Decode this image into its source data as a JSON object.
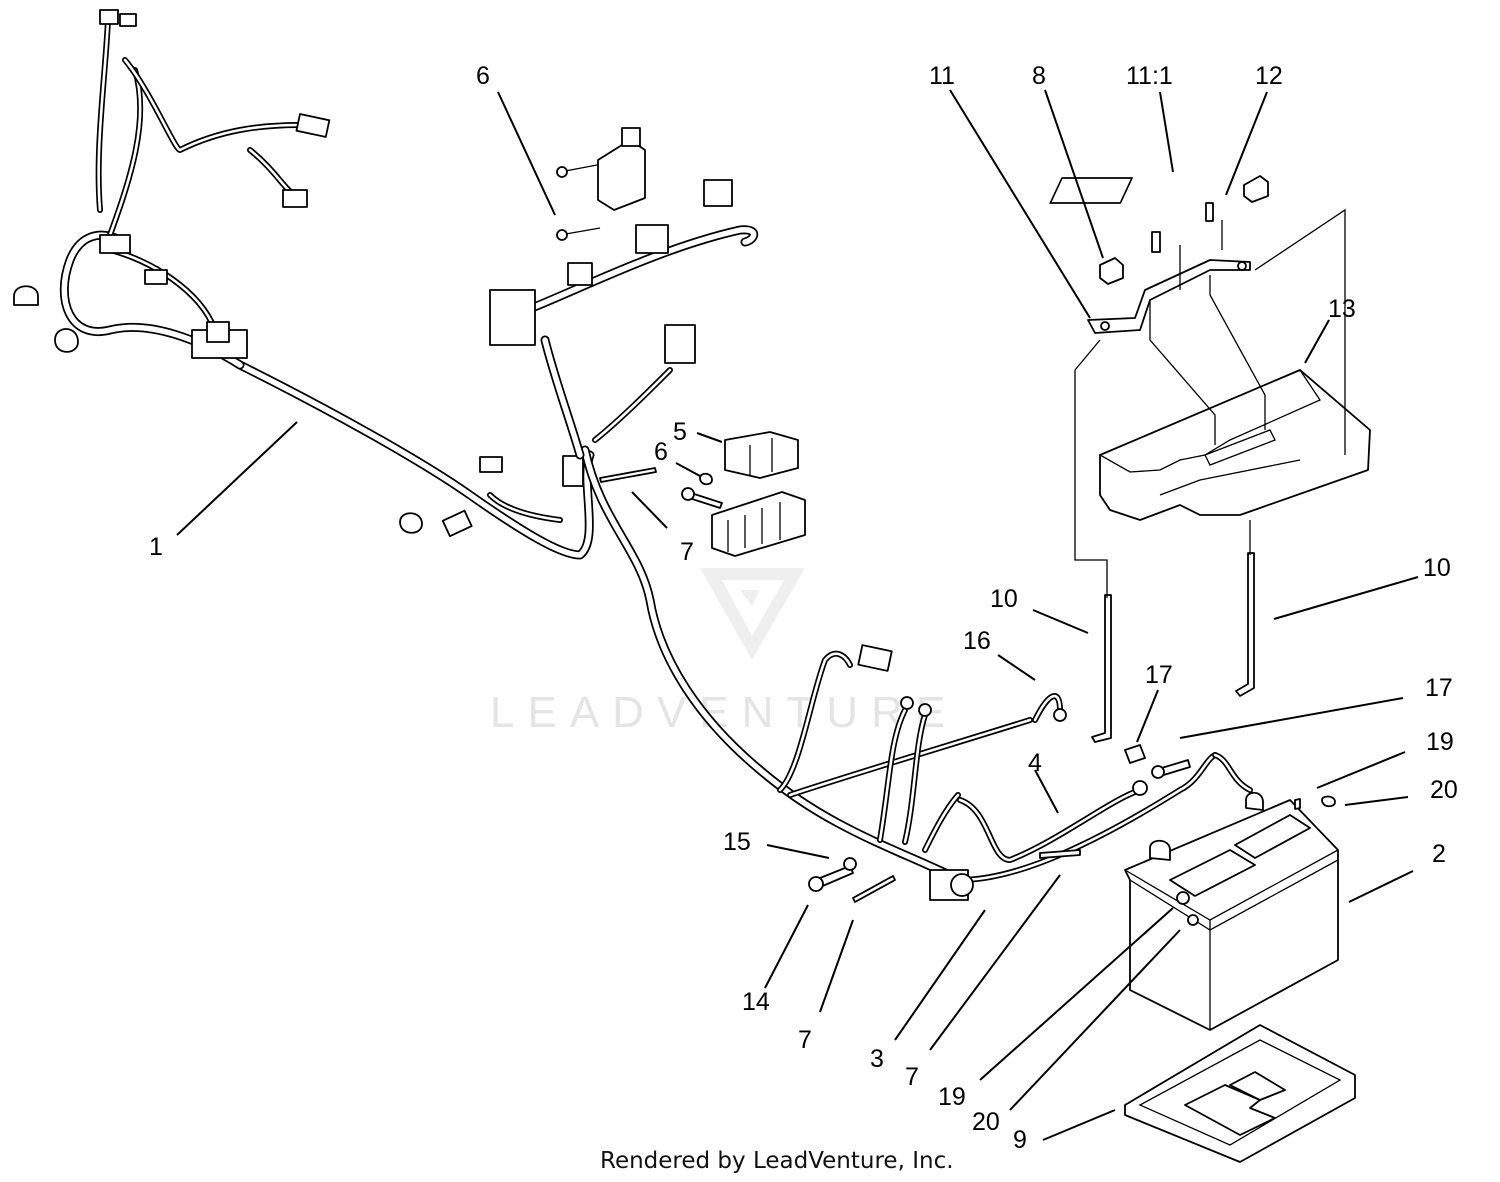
{
  "diagram": {
    "callouts": [
      {
        "id": "c1",
        "text": "1"
      },
      {
        "id": "c2",
        "text": "2"
      },
      {
        "id": "c3",
        "text": "3"
      },
      {
        "id": "c4",
        "text": "4"
      },
      {
        "id": "c5",
        "text": "5"
      },
      {
        "id": "c6a",
        "text": "6"
      },
      {
        "id": "c6b",
        "text": "6"
      },
      {
        "id": "c7a",
        "text": "7"
      },
      {
        "id": "c7b",
        "text": "7"
      },
      {
        "id": "c7c",
        "text": "7"
      },
      {
        "id": "c8",
        "text": "8"
      },
      {
        "id": "c9",
        "text": "9"
      },
      {
        "id": "c10a",
        "text": "10"
      },
      {
        "id": "c10b",
        "text": "10"
      },
      {
        "id": "c11",
        "text": "11"
      },
      {
        "id": "c111",
        "text": "11:1"
      },
      {
        "id": "c12",
        "text": "12"
      },
      {
        "id": "c13",
        "text": "13"
      },
      {
        "id": "c14",
        "text": "14"
      },
      {
        "id": "c15",
        "text": "15"
      },
      {
        "id": "c16",
        "text": "16"
      },
      {
        "id": "c17a",
        "text": "17"
      },
      {
        "id": "c17b",
        "text": "17"
      },
      {
        "id": "c19a",
        "text": "19"
      },
      {
        "id": "c19b",
        "text": "19"
      },
      {
        "id": "c20a",
        "text": "20"
      },
      {
        "id": "c20b",
        "text": "20"
      }
    ],
    "watermark": "LEADVENTURE",
    "footer": "Rendered by LeadVenture, Inc."
  }
}
